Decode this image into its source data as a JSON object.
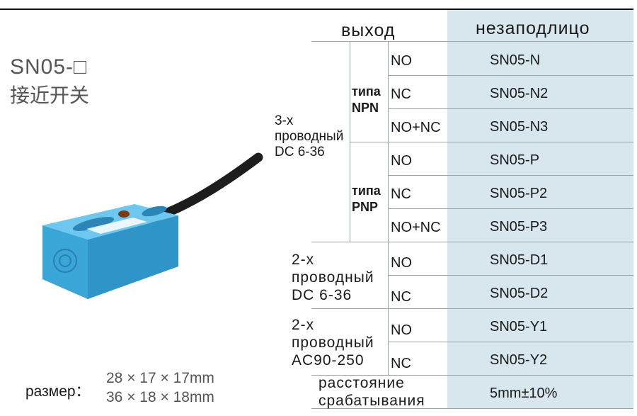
{
  "heading": {
    "model": "SN05-□",
    "name_cn": "接近开关"
  },
  "size": {
    "label": "размер：",
    "line1": "28 × 17 × 17mm",
    "line2": "36 × 18 × 18mm"
  },
  "table": {
    "header_output": "выход",
    "header_mount": "незаподлицо",
    "group3": {
      "l1": "3-х",
      "l2": "проводный",
      "l3": "DC 6-36"
    },
    "npn": {
      "l1": "типа",
      "l2": "NPN"
    },
    "pnp": {
      "l1": "типа",
      "l2": "PNP"
    },
    "group2dc": {
      "l1": "2-х",
      "l2": "проводный",
      "l3": "DC 6-36"
    },
    "group2ac": {
      "l1": "2-х",
      "l2": "проводный",
      "l3": "AC90-250"
    },
    "rows": [
      {
        "out": "NO",
        "model": "SN05-N"
      },
      {
        "out": "NC",
        "model": "SN05-N2"
      },
      {
        "out": "NO+NC",
        "model": "SN05-N3"
      },
      {
        "out": "NO",
        "model": "SN05-P"
      },
      {
        "out": "NC",
        "model": "SN05-P2"
      },
      {
        "out": "NO+NC",
        "model": "SN05-P3"
      },
      {
        "out": "NO",
        "model": "SN05-D1"
      },
      {
        "out": "NC",
        "model": "SN05-D2"
      },
      {
        "out": "NO",
        "model": "SN05-Y1"
      },
      {
        "out": "NC",
        "model": "SN05-Y2"
      }
    ],
    "distance_label": {
      "l1": "расстояние",
      "l2": "срабатывания"
    },
    "distance_value": "5mm±10%"
  },
  "colors": {
    "sensor_body": "#3aa6d8",
    "shade": "#d8e6ee"
  }
}
